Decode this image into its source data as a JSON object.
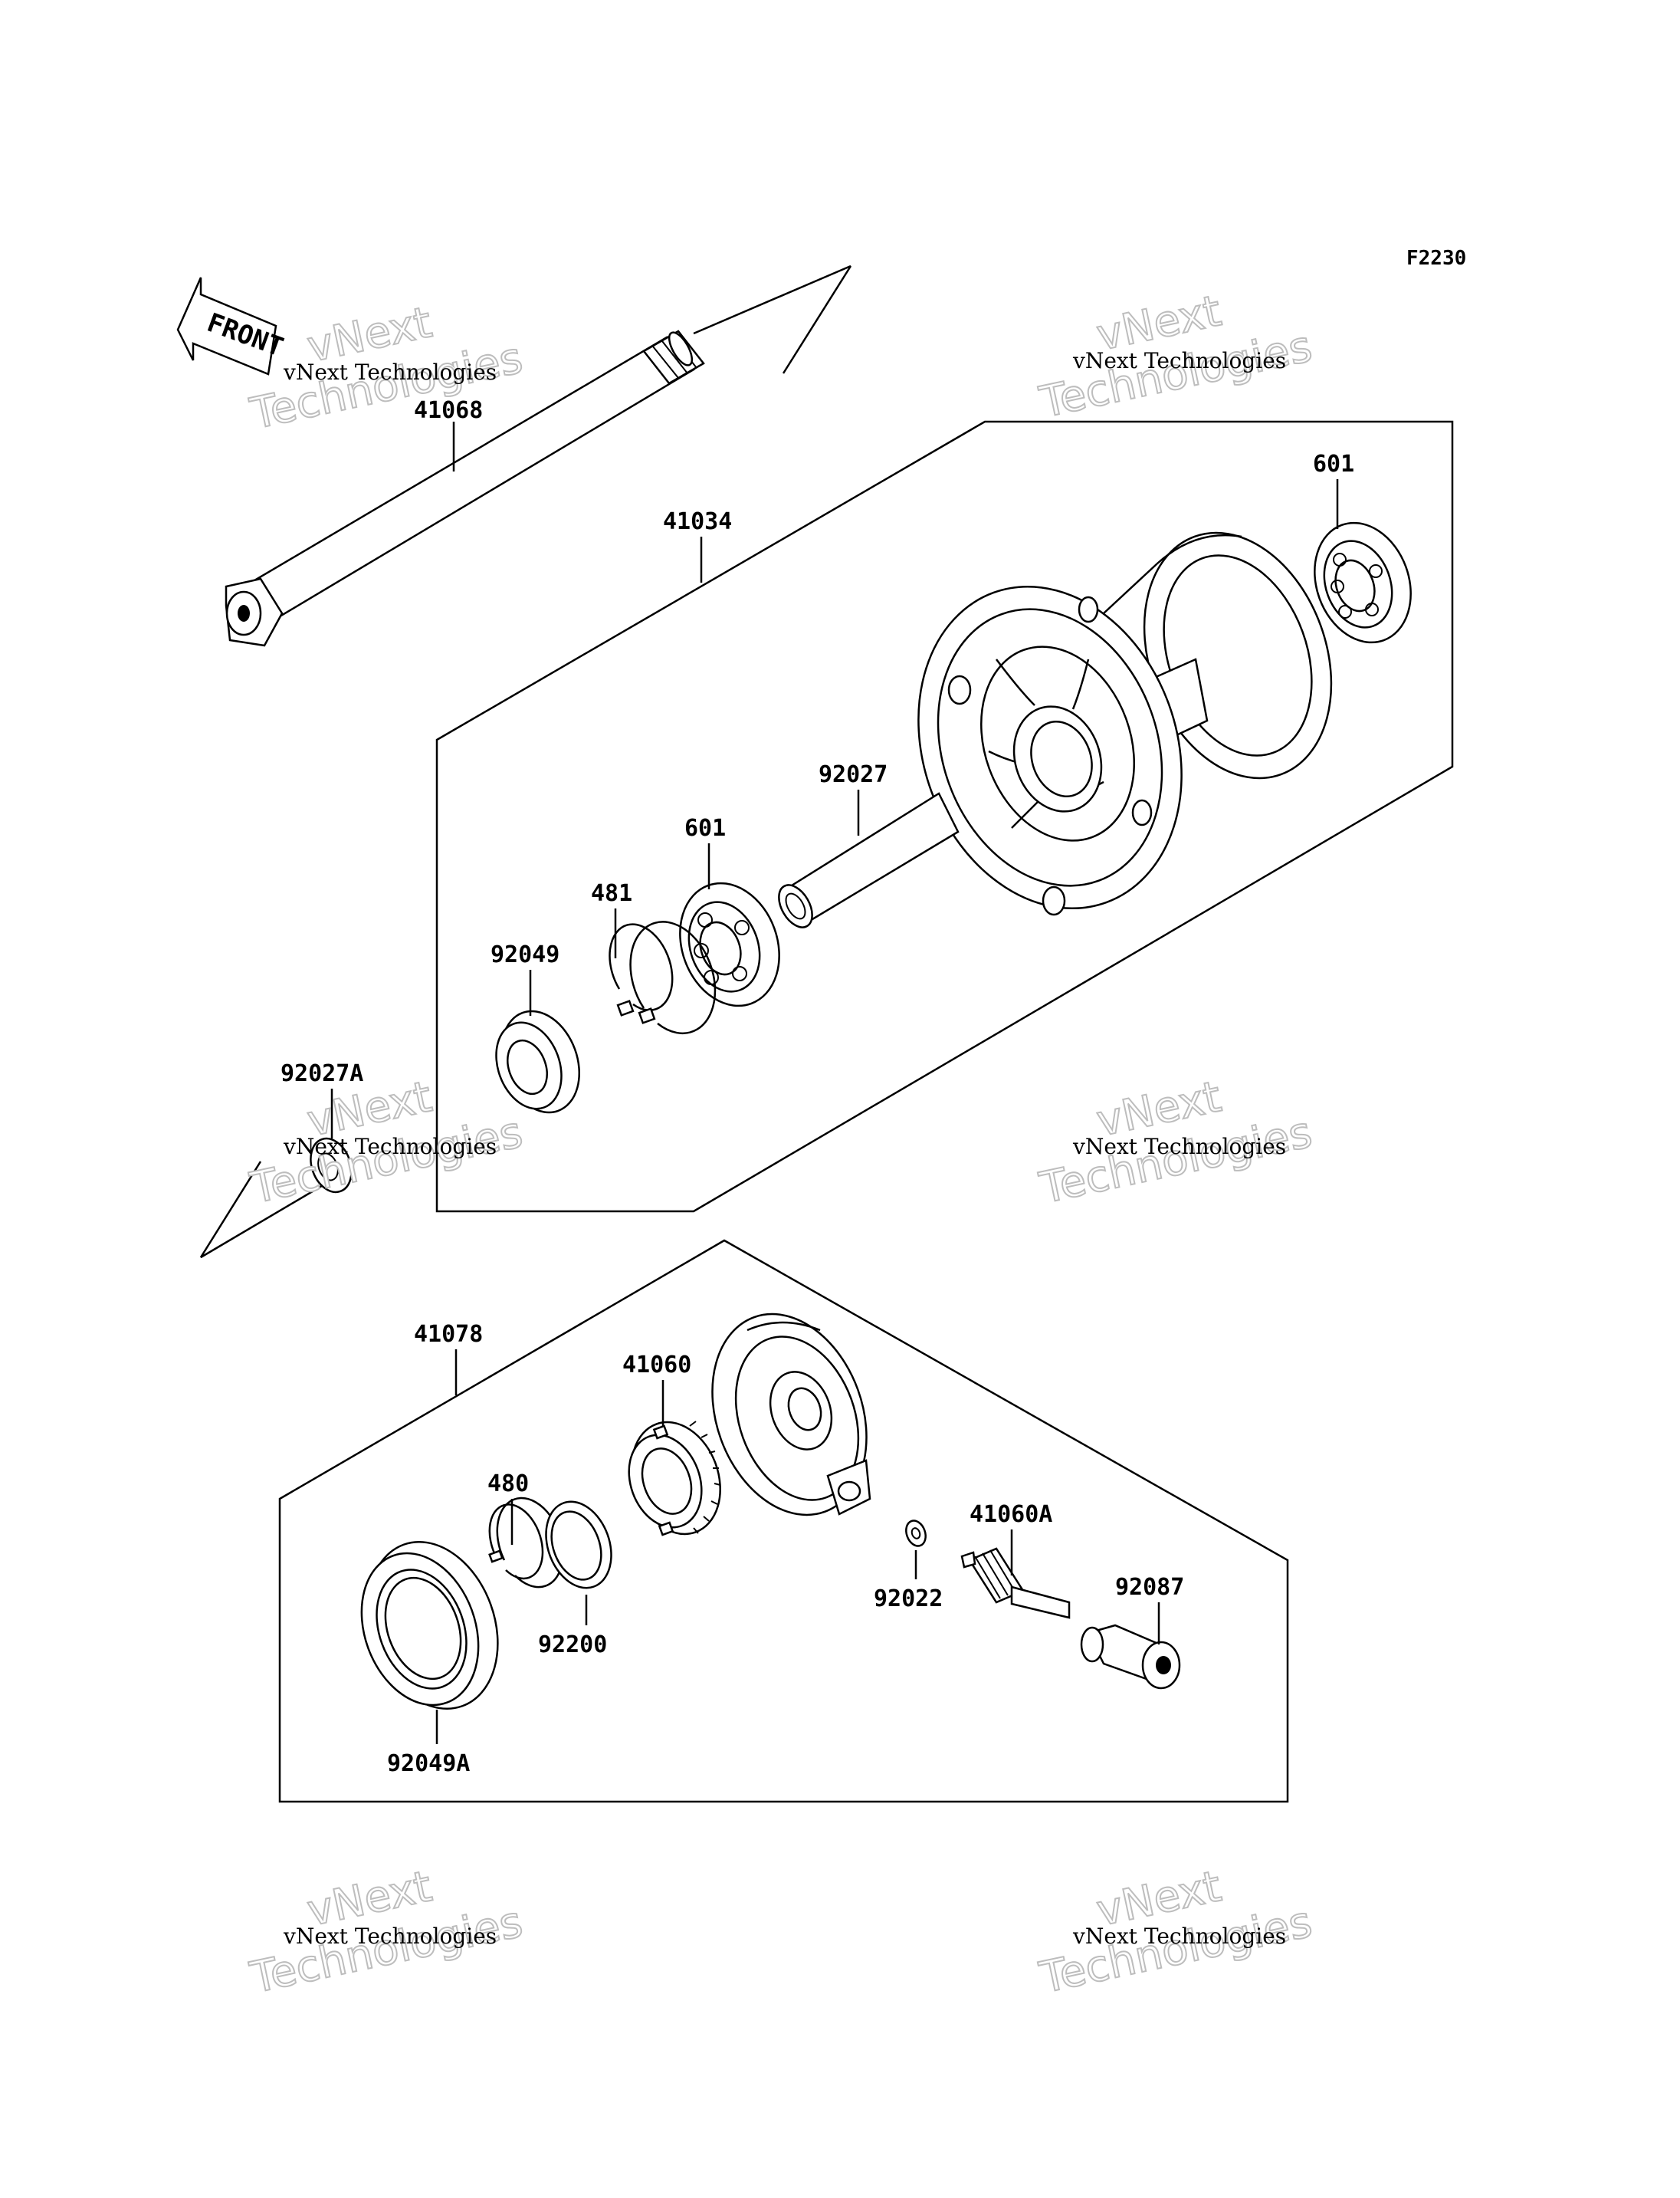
{
  "figure_id": "F2230",
  "front_marker": "FRONT",
  "watermark": {
    "line1": "vNext Technologies",
    "line2": "vNext",
    "line3": "Technologies"
  },
  "parts": {
    "axle": "41068",
    "hub_assembly": "41034",
    "bearing_right": "601",
    "bearing_left": "601",
    "hub_collar": "92027",
    "circlip": "481",
    "oil_seal": "92049",
    "collar_side": "92027A",
    "gear_housing_assembly": "41078",
    "speedo_drive_gear": "41060",
    "snap_ring": "480",
    "washer_inner": "92200",
    "oil_seal_large": "92049A",
    "washer_small": "92022",
    "pinion": "41060A",
    "bushing": "92087"
  }
}
